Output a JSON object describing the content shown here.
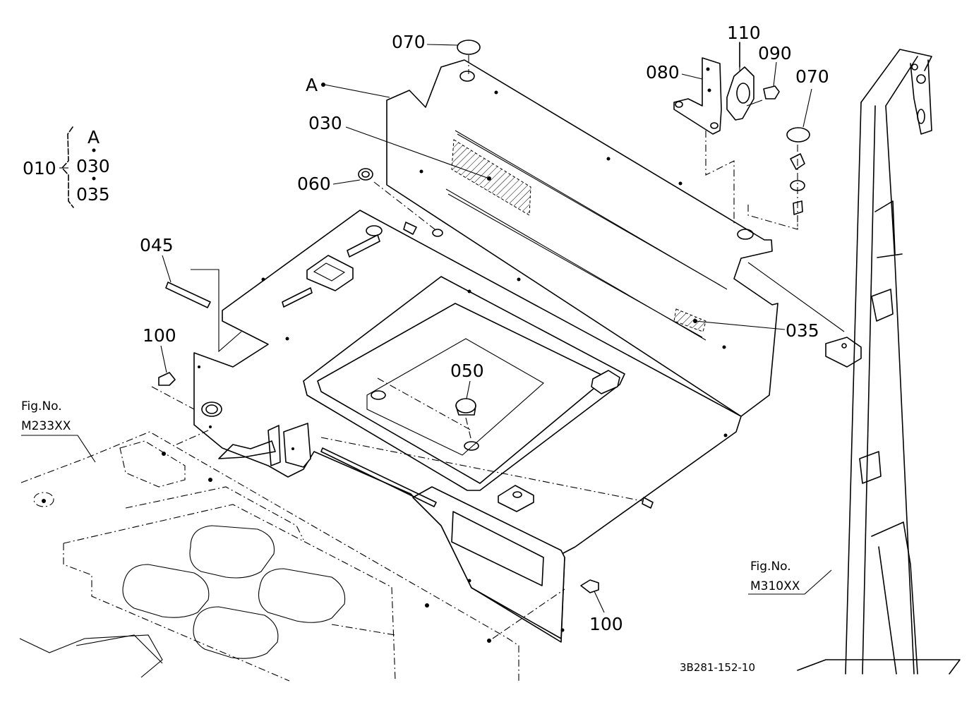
{
  "labels": {
    "assy": "010",
    "brace_a": "A",
    "brace_030": "030",
    "brace_035": "035",
    "plate_a": "A",
    "p030": "030",
    "p035": "035",
    "p045": "045",
    "p050": "050",
    "p060": "060",
    "p070_top": "070",
    "p070_right": "070",
    "p080": "080",
    "p090": "090",
    "p110": "110",
    "p100_left": "100",
    "p100_right": "100"
  },
  "figrefs": {
    "left_title": "Fig.No.",
    "left_code": "M233XX",
    "right_title": "Fig.No.",
    "right_code": "M310XX"
  },
  "drawing_code": "3B281-152-10"
}
